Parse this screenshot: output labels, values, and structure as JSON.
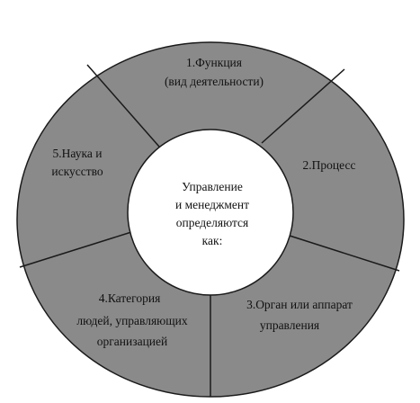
{
  "center": {
    "lines": [
      "Управление",
      "и менеджмент",
      "определяются",
      "как:"
    ]
  },
  "segments": [
    {
      "id": "function",
      "lines": [
        "1.Функция",
        "(вид деятельности)"
      ]
    },
    {
      "id": "process",
      "lines": [
        "2.Процесс"
      ]
    },
    {
      "id": "organ",
      "lines": [
        "3.Орган или аппарат",
        "управления"
      ]
    },
    {
      "id": "category",
      "lines": [
        "4.Категория",
        "людей, управляющих",
        "организацией"
      ]
    },
    {
      "id": "science",
      "lines": [
        "5.Наука и",
        "искусство"
      ]
    }
  ],
  "colors": {
    "segment_fill": "#8a8a8a",
    "center_fill": "#ffffff",
    "line": "#1a1a1a"
  }
}
